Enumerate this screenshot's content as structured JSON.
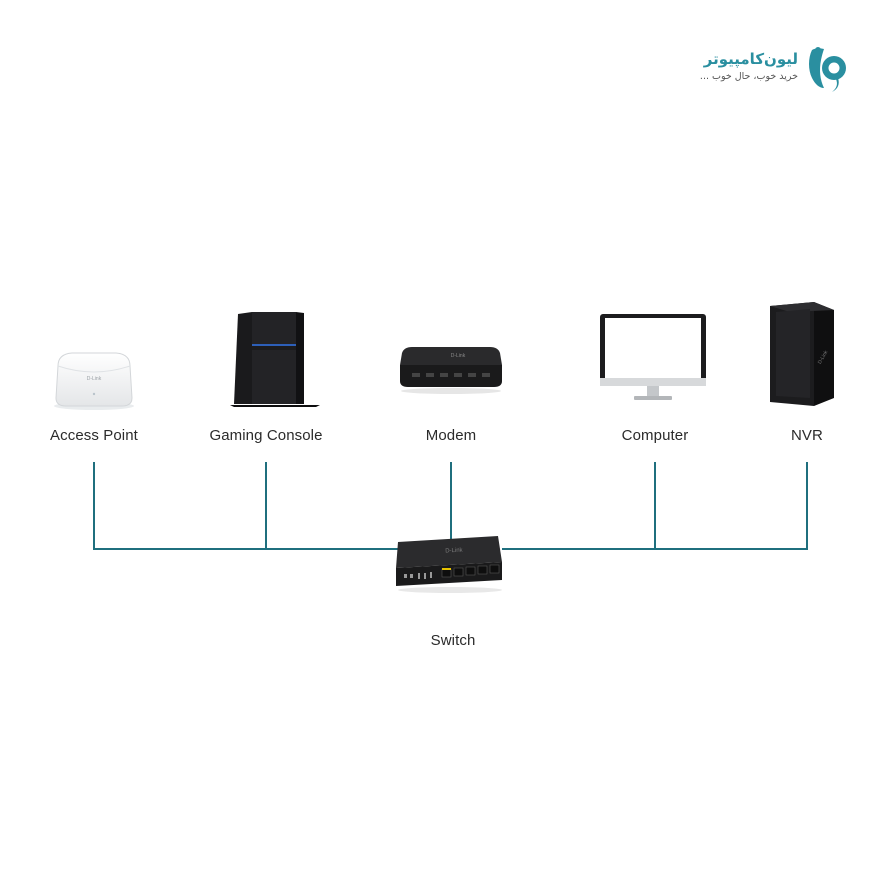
{
  "brand": {
    "name": "لیون‌کامپیوتر",
    "tagline": "خرید خوب، حال خوب ...",
    "color": "#2a8fa0"
  },
  "nodes": [
    {
      "id": "access-point",
      "label": "Access Point",
      "icon": "access-point-icon"
    },
    {
      "id": "gaming-console",
      "label": "Gaming Console",
      "icon": "gaming-console-icon"
    },
    {
      "id": "modem",
      "label": "Modem",
      "icon": "modem-icon"
    },
    {
      "id": "computer",
      "label": "Computer",
      "icon": "computer-icon"
    },
    {
      "id": "nvr",
      "label": "NVR",
      "icon": "nvr-icon"
    }
  ],
  "hub": {
    "id": "switch",
    "label": "Switch",
    "icon": "switch-icon"
  },
  "edges": [
    {
      "from": "access-point",
      "to": "switch"
    },
    {
      "from": "gaming-console",
      "to": "switch"
    },
    {
      "from": "modem",
      "to": "switch"
    },
    {
      "from": "computer",
      "to": "switch"
    },
    {
      "from": "nvr",
      "to": "switch"
    }
  ],
  "device_text": {
    "access_point": "D-Link",
    "modem": "D-Link",
    "nvr": "D-Link",
    "switch": "D-Link"
  },
  "colors": {
    "connector": "#1f6f7e",
    "label": "#2b2b2b"
  }
}
